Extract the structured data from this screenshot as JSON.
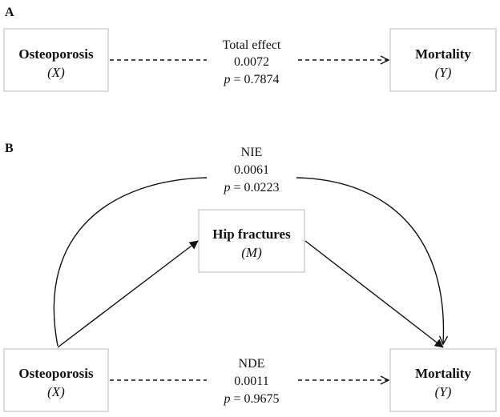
{
  "panel_a": {
    "label": "A",
    "exposure": {
      "title": "Osteoporosis",
      "symbol": "(X)"
    },
    "outcome": {
      "title": "Mortality",
      "symbol": "(Y)"
    },
    "total_effect": {
      "label": "Total effect",
      "value": "0.0072",
      "p_prefix": "p",
      "p_rest": " = 0.7874"
    }
  },
  "panel_b": {
    "label": "B",
    "exposure": {
      "title": "Osteoporosis",
      "symbol": "(X)"
    },
    "mediator": {
      "title": "Hip fractures",
      "symbol": "(M)"
    },
    "outcome": {
      "title": "Mortality",
      "symbol": "(Y)"
    },
    "nie": {
      "label": "NIE",
      "value": "0.0061",
      "p_prefix": "p",
      "p_rest": " = 0.0223"
    },
    "nde": {
      "label": "NDE",
      "value": "0.0011",
      "p_prefix": "p",
      "p_rest": " = 0.9675"
    }
  }
}
